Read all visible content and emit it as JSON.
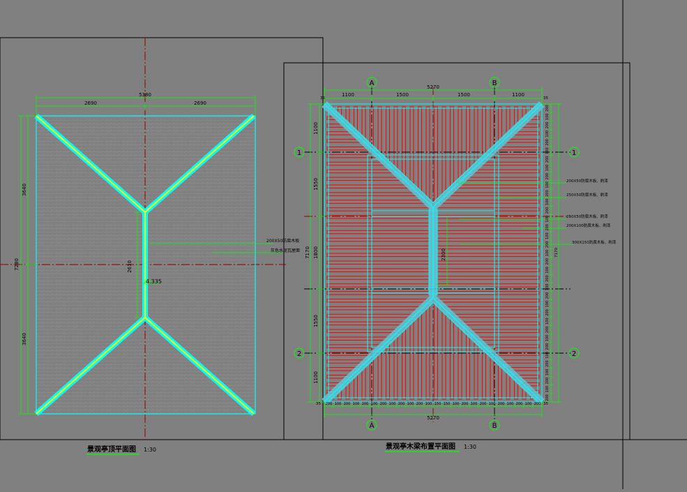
{
  "colors": {
    "background": "#808080",
    "frame": "#000000",
    "outline": "#00ffff",
    "ridge_yellow": "#ffff00",
    "dimension": "#00ff00",
    "axis": "#8b0000",
    "rafter": "#ff0000",
    "tile_hatch": "#8f8f8f",
    "text_dark": "#000000"
  },
  "roof_plan": {
    "title": "景观亭顶平面图",
    "scale": "1:30",
    "dims": {
      "total_width": "5380",
      "half_left": "2690",
      "half_right": "2690",
      "total_height": "7280",
      "upper_depth": "3640",
      "lower_depth": "3640",
      "ridge_length": "2610"
    },
    "elevation": "4.335",
    "notes": [
      "200X50防腐木板",
      "灰色水泥瓦屋面"
    ]
  },
  "beam_plan": {
    "title": "景观亭木梁布置平面图",
    "scale": "1:30",
    "axes": {
      "a": "A",
      "b": "B",
      "one": "1",
      "two": "2"
    },
    "dims_top": [
      "1100",
      "1500",
      "1500",
      "1100"
    ],
    "total_width": "5270",
    "corner_note": "35",
    "dims_left": [
      "1100",
      "1550",
      "1800",
      "1550",
      "1100"
    ],
    "total_height": "7170",
    "ridge_length": "2300",
    "side_height": "7170",
    "rafter_dims_bottom": [
      "200",
      "100",
      "200",
      "100",
      "200",
      "100",
      "200",
      "100",
      "200",
      "100",
      "200",
      "100",
      "150",
      "150",
      "100",
      "200",
      "100",
      "200",
      "100",
      "200",
      "100",
      "200",
      "100",
      "200"
    ],
    "rafter_dims_right": [
      "200",
      "100",
      "200",
      "100",
      "200",
      "100",
      "200",
      "100",
      "200",
      "100",
      "200",
      "100",
      "200",
      "100",
      "200",
      "100",
      "200",
      "100",
      "200",
      "100",
      "200",
      "100",
      "200",
      "100",
      "200",
      "100",
      "200",
      "100",
      "200",
      "100",
      "200",
      "100",
      "200",
      "100",
      "200"
    ],
    "beam_notes": [
      "200X50防腐木板、刷漆",
      "250X50防腐木板、刷漆",
      "250X50防腐木板、刷漆",
      "200X100防腐木板、刷漆",
      "300X150防腐木板、刷漆"
    ]
  }
}
